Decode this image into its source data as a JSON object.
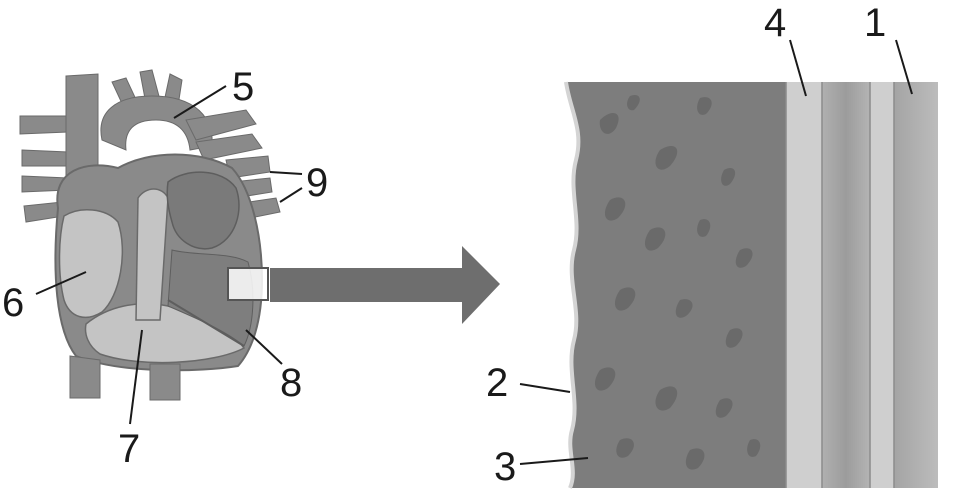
{
  "labels": {
    "l1": "1",
    "l2": "2",
    "l3": "3",
    "l4": "4",
    "l5": "5",
    "l6": "6",
    "l7": "7",
    "l8": "8",
    "l9": "9"
  },
  "colors": {
    "vessel": "#8a8a8a",
    "heart_outline": "#6a6a6a",
    "chamber_light": "#c4c4c4",
    "muscle": "#7d7d7d",
    "muscle_streak": "#6a6a6a",
    "layer_light": "#cfcfcf",
    "layer_mid": "#a8a8a8",
    "arrow": "#6e6e6e",
    "text": "#1a1a1a"
  }
}
